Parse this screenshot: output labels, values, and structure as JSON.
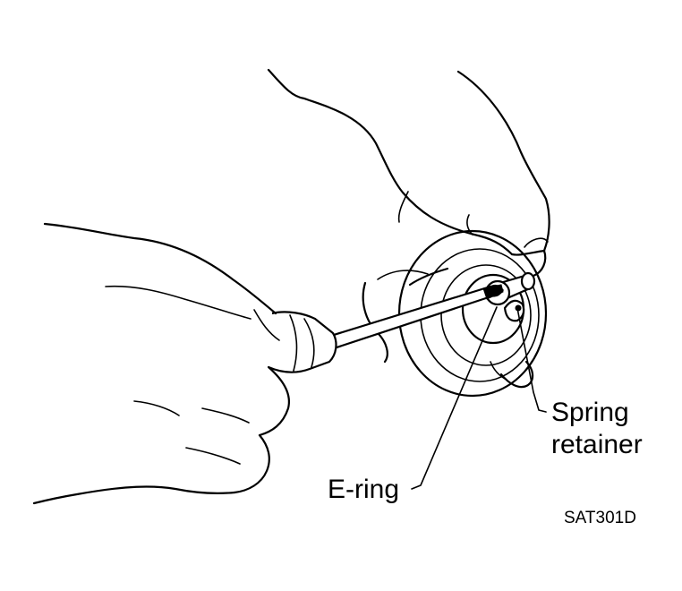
{
  "labels": {
    "spring_retainer_line1": "Spring",
    "spring_retainer_line2": "retainer",
    "e_ring": "E-ring"
  },
  "figure_code": "SAT301D",
  "colors": {
    "ink": "#000000",
    "paper": "#ffffff"
  }
}
